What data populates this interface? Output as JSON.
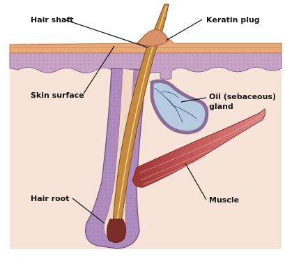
{
  "diagram": {
    "labels": {
      "hair_shaft": "Hair shaft",
      "keratin_plug": "Keratin plug",
      "skin_surface": "Skin surface",
      "oil_gland_line1": "Oil (sebaceous)",
      "oil_gland_line2": "gland",
      "hair_root": "Hair root",
      "muscle": "Muscle"
    },
    "colors": {
      "background": "#f8e3d8",
      "epidermis_top": "#e7a977",
      "epidermis_layer": "#c6a3c7",
      "follicle_sheath": "#b08bbd",
      "hair_shaft": "#c48a40",
      "muscle": "#b44a4a",
      "label_text": "#111111"
    }
  }
}
